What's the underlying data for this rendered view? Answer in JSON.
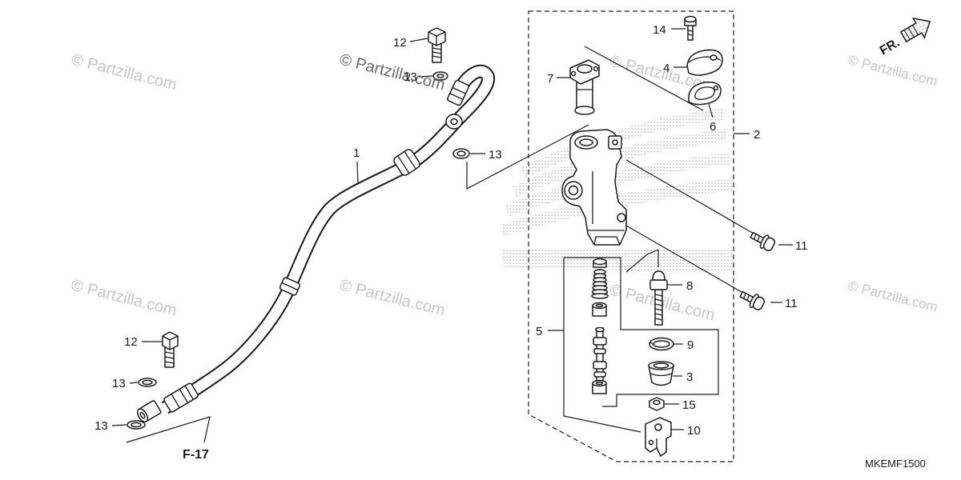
{
  "watermark": "© Partzilla.com",
  "front_marker": "FR.",
  "cross_reference": "F-17",
  "diagram_code": "MKEMF1500",
  "callouts": [
    "12",
    "13",
    "13",
    "1",
    "12",
    "13",
    "13",
    "7",
    "14",
    "4",
    "6",
    "2",
    "11",
    "11",
    "8",
    "9",
    "3",
    "15",
    "10",
    "5"
  ],
  "colors": {
    "ink": "#1a1a1a",
    "watermark": "#c6c6c6",
    "watermark_dark": "#6a6a6a",
    "stipple": "#b5b5b5"
  }
}
